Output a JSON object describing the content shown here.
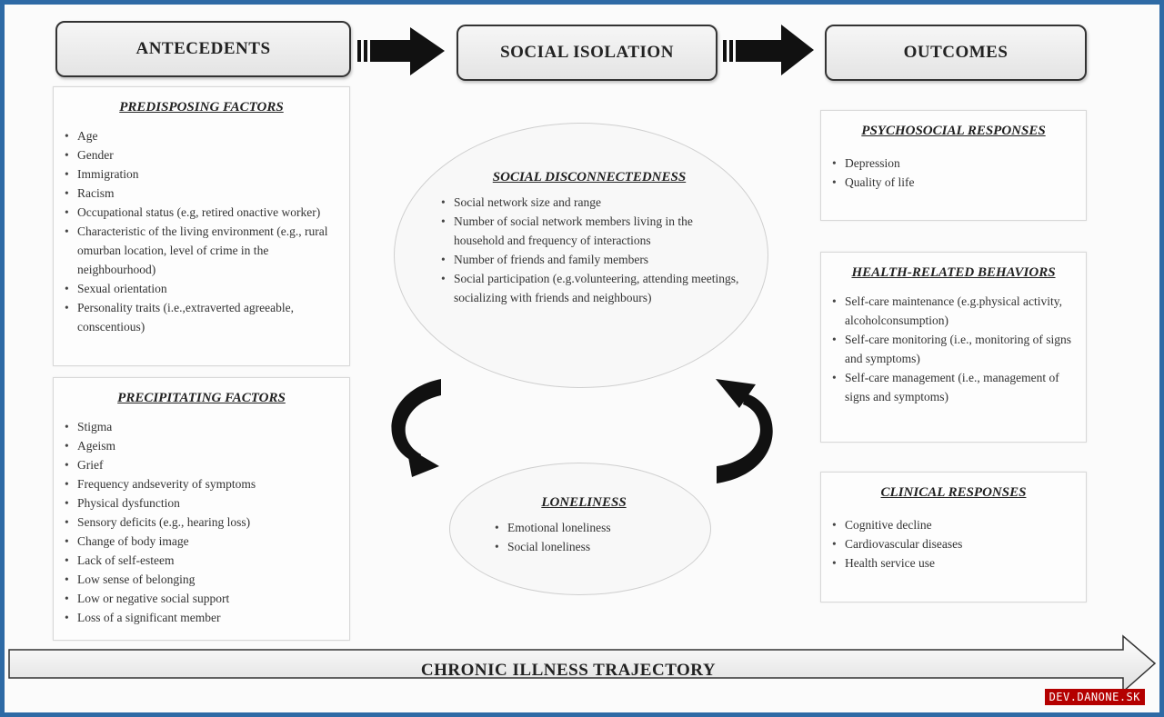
{
  "headers": {
    "antecedents": "ANTECEDENTS",
    "social_isolation": "SOCIAL ISOLATION",
    "outcomes": "OUTCOMES"
  },
  "predisposing": {
    "title": "PREDISPOSING FACTORS",
    "items": [
      "Age",
      "Gender",
      "Immigration",
      "Racism",
      "Occupational status (e.g, retired onactive worker)",
      "Characteristic of the living environment (e.g., rural omurban location, level of crime in the neighbourhood)",
      "Sexual orientation",
      "Personality traits (i.e.,extraverted agreeable, conscentious)"
    ]
  },
  "precipitating": {
    "title": "PRECIPITATING FACTORS",
    "items": [
      "Stigma",
      "Ageism",
      "Grief",
      "Frequency andseverity of symptoms",
      "Physical dysfunction",
      "Sensory deficits (e.g., hearing loss)",
      "Change of body image",
      "Lack of self-esteem",
      "Low sense of belonging",
      "Low or negative social support",
      "Loss of a significant member"
    ]
  },
  "disconnectedness": {
    "title": "SOCIAL DISCONNECTEDNESS",
    "items": [
      "Social network size and range",
      "Number of social network members living in the household and frequency of interactions",
      "Number of friends and family members",
      "Social participation (e.g.volunteering, attending meetings, socializing with friends and neighbours)"
    ]
  },
  "loneliness": {
    "title": "LONELINESS",
    "items": [
      "Emotional loneliness",
      "Social loneliness"
    ]
  },
  "psychosocial": {
    "title": "PSYCHOSOCIAL RESPONSES",
    "items": [
      "Depression",
      "Quality of life"
    ]
  },
  "health_behaviors": {
    "title": "HEALTH-RELATED BEHAVIORS",
    "items": [
      "Self-care maintenance (e.g.physical activity, alcoholconsumption)",
      "Self-care monitoring (i.e., monitoring of signs and symptoms)",
      "Self-care management (i.e., management of signs and symptoms)"
    ]
  },
  "clinical": {
    "title": "CLINICAL RESPONSES",
    "items": [
      "Cognitive decline",
      "Cardiovascular diseases",
      "Health service use"
    ]
  },
  "trajectory": "CHRONIC ILLNESS TRAJECTORY",
  "watermark": "DEV.DANONE.SK",
  "colors": {
    "frame": "#2e6aa5",
    "arrow": "#111111",
    "watermark_bg": "#b40000"
  }
}
